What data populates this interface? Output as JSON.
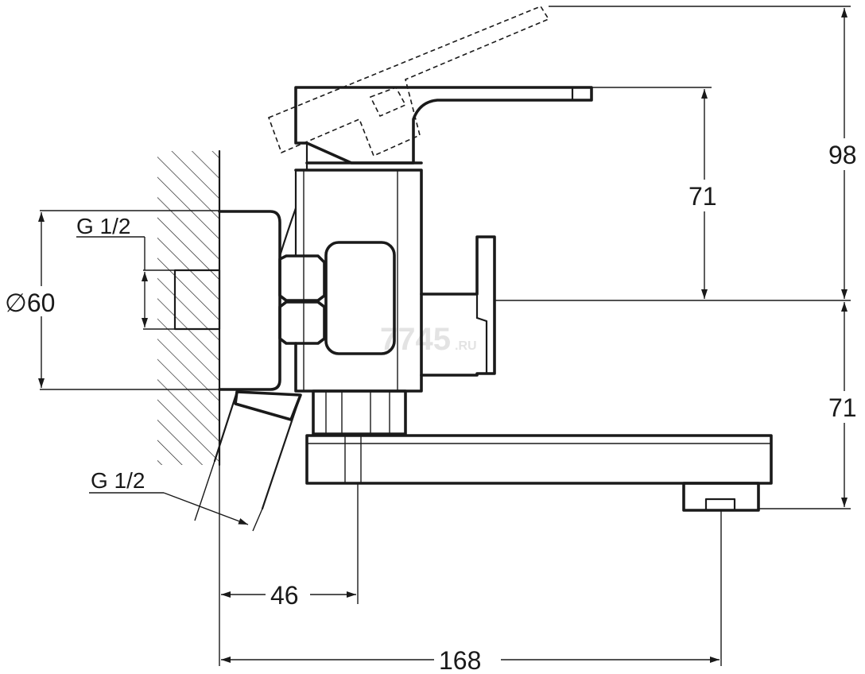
{
  "labels": {
    "thread_inlet": "G 1/2",
    "thread_outlet": "G 1/2",
    "diameter": "∅60",
    "height_handle": "71",
    "height_total": "98",
    "height_spout": "71",
    "offset_body": "46",
    "reach_spout": "168"
  },
  "watermark": {
    "main": "7745",
    "suffix": ".RU"
  }
}
